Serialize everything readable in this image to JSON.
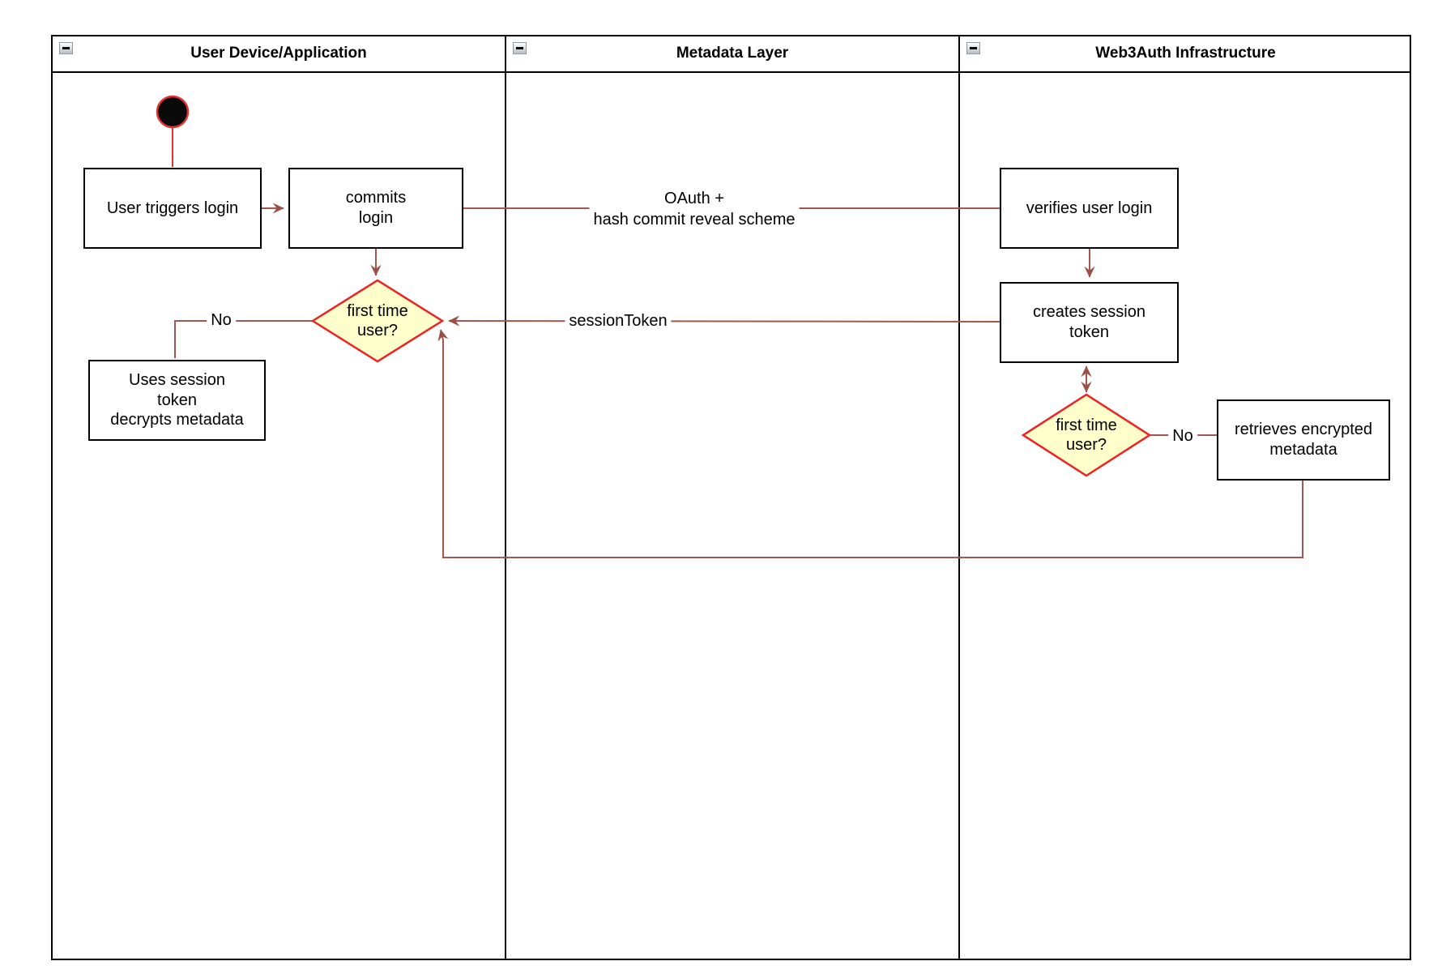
{
  "lanes": [
    {
      "title": "User Device/Application"
    },
    {
      "title": "Metadata Layer"
    },
    {
      "title": "Web3Auth Infrastructure"
    }
  ],
  "icons": {
    "collapse": "minus-icon"
  },
  "nodes": {
    "user_triggers_login": {
      "label": "User triggers login"
    },
    "commits_login": {
      "label": "commits\nlogin"
    },
    "first_time_user_device": {
      "label": "first time\nuser?"
    },
    "uses_session_token": {
      "label": "Uses session\ntoken\ndecrypts metadata"
    },
    "verifies_user_login": {
      "label": "verifies user login"
    },
    "creates_session_token": {
      "label": "creates session\ntoken"
    },
    "first_time_user_infra": {
      "label": "first time\nuser?"
    },
    "retrieves_encrypted_metadata": {
      "label": "retrieves encrypted\nmetadata"
    }
  },
  "edges": {
    "oauth": {
      "label": "OAuth +\nhash commit reveal scheme"
    },
    "session_token": {
      "label": "sessionToken"
    },
    "no_device": {
      "label": "No"
    },
    "no_infra": {
      "label": "No"
    }
  },
  "colors": {
    "flow_line": "#a0574f",
    "arrowhead": "#9c4f45",
    "start_line": "#e33333",
    "decision_border": "#ee2222",
    "decision_fill": "#ffffcc",
    "node_border": "#000000",
    "lane_border": "#000000"
  }
}
